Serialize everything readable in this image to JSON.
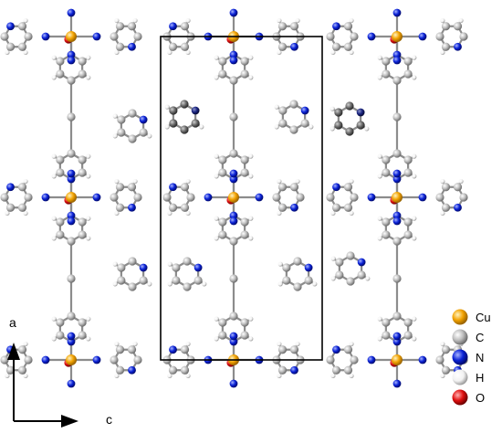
{
  "figure": {
    "axes": {
      "vertical": "a",
      "horizontal": "c"
    },
    "legend": [
      {
        "symbol": "Cu",
        "color": "#F2A200"
      },
      {
        "symbol": "C",
        "color": "#BDBDBD"
      },
      {
        "symbol": "N",
        "color": "#0A22D6"
      },
      {
        "symbol": "H",
        "color": "#F2F2F2"
      },
      {
        "symbol": "O",
        "color": "#E01010"
      }
    ]
  }
}
